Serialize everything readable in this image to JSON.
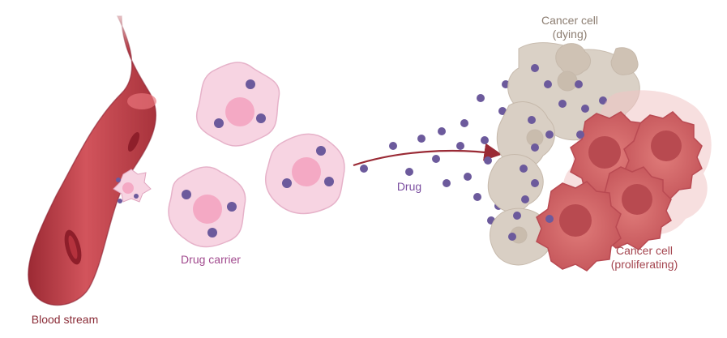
{
  "labels": {
    "blood_stream": "Blood stream",
    "drug_carrier": "Drug carrier",
    "drug": "Drug",
    "cancer_dying_line1": "Cancer cell",
    "cancer_dying_line2": "(dying)",
    "cancer_prolif_line1": "Cancer cell",
    "cancer_prolif_line2": "(proliferating)"
  },
  "colors": {
    "vessel": "#c8434c",
    "vessel_dark": "#9c2a34",
    "carrier_fill": "#f7d4e2",
    "carrier_nucleus": "#f4a9c4",
    "drug_particle": "#6c5a9c",
    "dying_cell": "#d9cfc4",
    "prolif_cell": "#d86a6a",
    "arrow": "#9a2a35"
  },
  "icons": [
    "blood-vessel-icon",
    "drug-carrier-cell-icon",
    "drug-particle-icon",
    "dying-cancer-cell-icon",
    "proliferating-cancer-cell-icon"
  ]
}
